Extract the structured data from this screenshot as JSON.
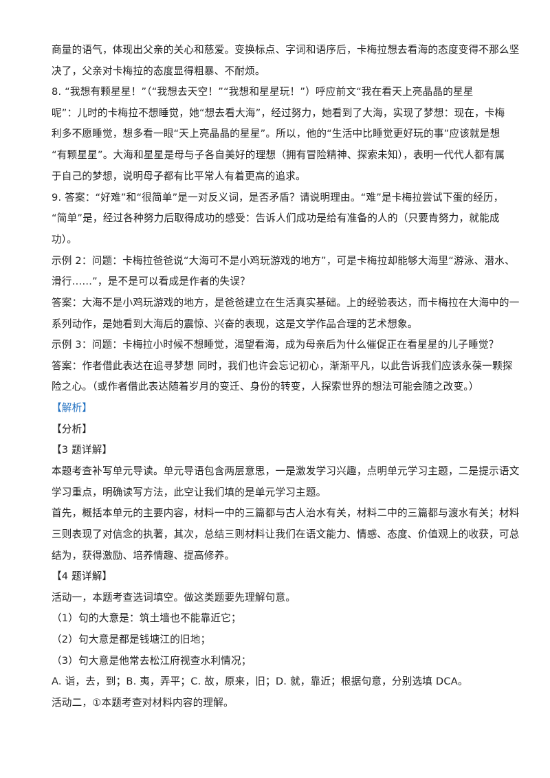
{
  "document": {
    "lines": [
      {
        "text": "商量的语气，体现出父亲的关心和慈爱。变换标点、字词和语序后，卡梅拉想去看海的态度变得不那么坚",
        "style": "body"
      },
      {
        "text": "决了，父亲对卡梅拉的态度显得粗暴、不耐烦。",
        "style": "body"
      },
      {
        "text": "8. “我想有颗星星！”（“我想去天空！”“我想和星星玩！”）呼应前文“我在看天上亮晶晶的星星",
        "style": "body"
      },
      {
        "text": "呢”：儿时的卡梅拉不想睡觉，她“想去看大海”，经过努力，她看到了大海，实现了梦想：现在，卡梅",
        "style": "body"
      },
      {
        "text": "利多不愿睡觉，想多看一眼“天上亮晶晶的星星”。所以，他的“生活中比睡觉更好玩的事”应该就是想",
        "style": "body"
      },
      {
        "text": "“有颗星星”。大海和星星是母与子各自美好的理想（拥有冒险精神、探索未知），表明一代代人都有属",
        "style": "body"
      },
      {
        "text": "于自己的梦想，说明母子都有比平常人有着更高的追求。",
        "style": "body"
      },
      {
        "text": "9. 答案：“好难”和“很简单”是一对反义词，是否矛盾？请说明理由。“难”是卡梅拉尝试下蛋的经历，",
        "style": "body"
      },
      {
        "text": "“简单”是，经过各种努力后取得成功的感受：告诉人们成功是给有准备的人的（只要肯努力，就能成",
        "style": "body"
      },
      {
        "text": "功）。",
        "style": "body"
      },
      {
        "text": "示例 2：问题：卡梅拉爸爸说“大海可不是小鸡玩游戏的地方”，可是卡梅拉却能够大海里“游泳、潜水、",
        "style": "body"
      },
      {
        "text": "滑行……”，是不是可以看成是作者的失误？",
        "style": "body"
      },
      {
        "text": "答案：大海不是小鸡玩游戏的地方，是爸爸建立在生活真实基础。上的经验表达，而卡梅拉在大海中的一",
        "style": "body"
      },
      {
        "text": "系列动作，是她看到大海后的震惊、兴奋的表现，这是文学作品合理的艺术想象。",
        "style": "body"
      },
      {
        "text": "示例 3：问题：卡梅拉小时候不想睡觉，渴望看海，成为母亲后为什么催促正在看星星的儿子睡觉？",
        "style": "body"
      },
      {
        "text": "答案：作者借此表达在追寻梦想    同时，我们也许会忘记初心，渐渐平凡，以此告诉我们应该永葆一颗探",
        "style": "body"
      },
      {
        "text": "险之心。（或作者借此表达随着岁月的变迁、身份的转变，人探索世界的想法可能会随之改变。）",
        "style": "body"
      },
      {
        "text": "【解析】",
        "style": "blue"
      },
      {
        "text": "【分析】",
        "style": "body"
      },
      {
        "text": "【3 题详解】",
        "style": "body"
      },
      {
        "text": "本题考查补写单元导读。单元导语包含两层意思，一是激发学习兴趣，点明单元学习主题，二是提示语文",
        "style": "body"
      },
      {
        "text": "学习重点，明确读写方法，此空让我们填的是单元学习主题。",
        "style": "body"
      },
      {
        "text": "首先，概括本单元的主要内容，材料一中的三篇都与古人治水有关，材料二中的三篇都与渡水有关；材料",
        "style": "body"
      },
      {
        "text": "三则表现了对信念的执著，其次，总结三则材料让我们在语文能力、情感、态度、价值观上的收获，可总",
        "style": "body"
      },
      {
        "text": "结为，获得激励、培养情趣、提高修养。",
        "style": "body"
      },
      {
        "text": "【4 题详解】",
        "style": "body"
      },
      {
        "text": "活动一，本题考查选词填空。做这类题要先理解句意。",
        "style": "body"
      },
      {
        "text": "（1）句的大意是：筑土墙也不能靠近它；",
        "style": "body"
      },
      {
        "text": "（2）句大意是都是钱塘江的旧地；",
        "style": "body"
      },
      {
        "text": "（3）句大意是他常去松江府视查水利情况；",
        "style": "body"
      },
      {
        "text": "A. 诣，去，到；B. 夷，弄平；C. 故，原来，旧；D. 就，靠近；根据句意，分别选填 DCA。",
        "style": "body"
      },
      {
        "text": "活动二，①本题考查对材料内容的理解。",
        "style": "body"
      }
    ]
  }
}
